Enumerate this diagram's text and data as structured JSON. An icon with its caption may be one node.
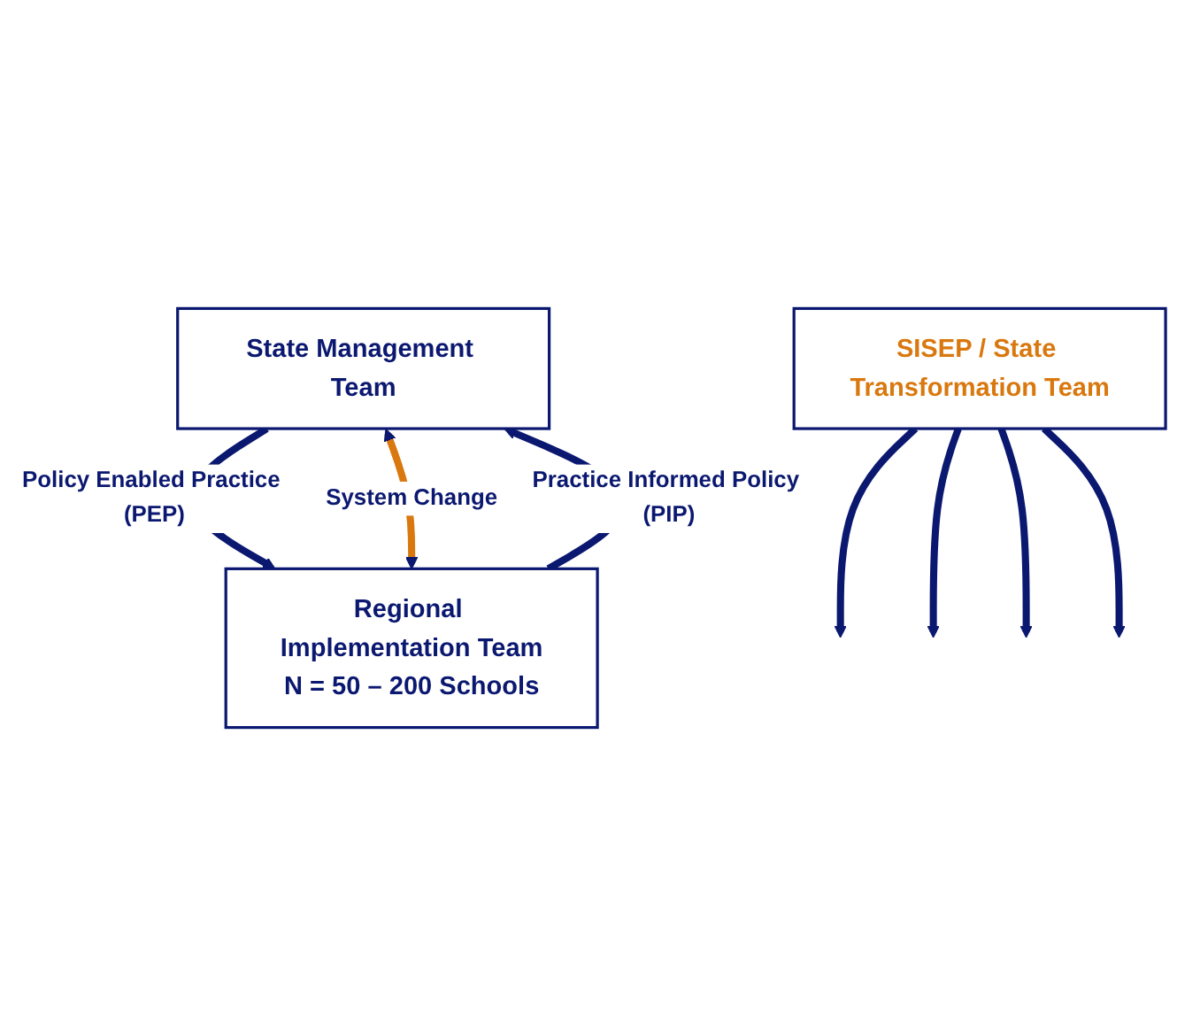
{
  "diagram": {
    "nodes": [
      {
        "text": [
          "State Management Team"
        ]
      },
      {
        "text": [
          "Regional Implementation Team",
          "N = 50 – 200 Schools"
        ]
      },
      {
        "text": [
          "SISEP / State Transformation Team"
        ]
      }
    ],
    "edges": [
      {
        "from": 0,
        "to": 1,
        "arrow": "to",
        "label": "Policy Enabled Practice (PEP)"
      },
      {
        "from": 0,
        "to": 1,
        "arrow": "both",
        "label": "System Change",
        "color": "#d9780e"
      },
      {
        "from": 1,
        "to": 0,
        "arrow": "to",
        "label": "Practice Informed Policy (PIP)"
      },
      {
        "from": 2,
        "to": null,
        "arrow": "to"
      },
      {
        "from": 2,
        "to": null,
        "arrow": "to"
      },
      {
        "from": 2,
        "to": null,
        "arrow": "to"
      },
      {
        "from": 2,
        "to": null,
        "arrow": "to"
      }
    ]
  }
}
